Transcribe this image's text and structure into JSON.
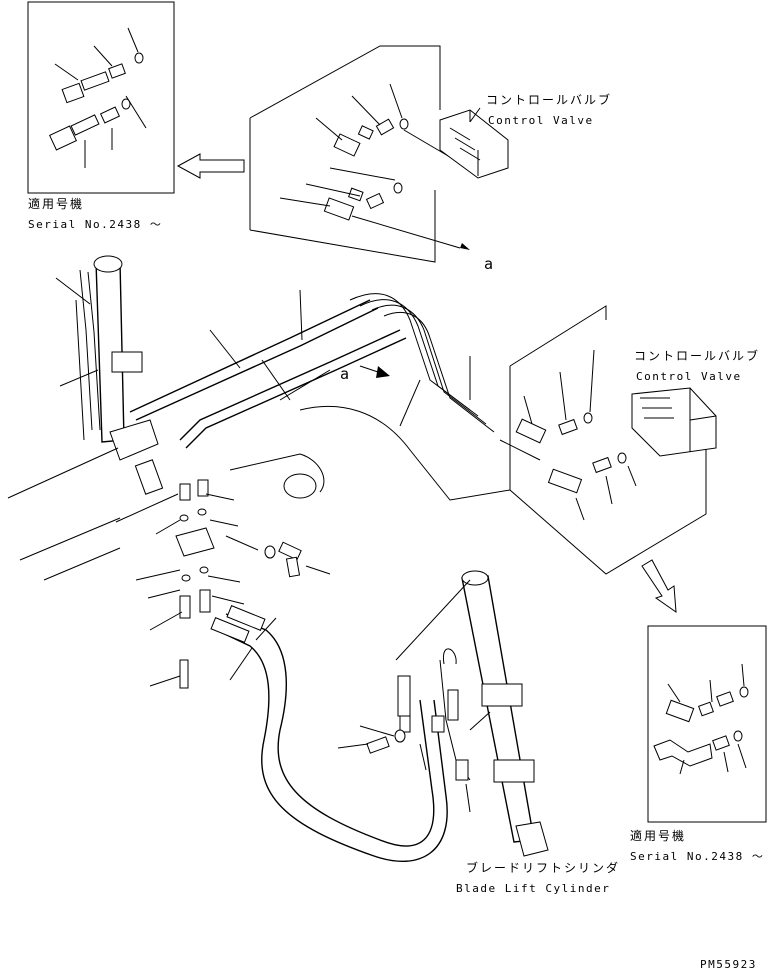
{
  "labels": {
    "control_valve_top_jp": "コントロールバルブ",
    "control_valve_top_en": "Control Valve",
    "control_valve_right_jp": "コントロールバルブ",
    "control_valve_right_en": "Control Valve",
    "applicable_top_jp": "適用号機",
    "serial_top": "Serial No.2438 ～",
    "applicable_bottom_jp": "適用号機",
    "serial_bottom": "Serial No.2438 ～",
    "blade_lift_jp": "ブレードリフトシリンダ",
    "blade_lift_en": "Blade Lift Cylinder",
    "ref_a_top": "a",
    "ref_a_mid": "a",
    "drawing_number": "PM55923"
  }
}
